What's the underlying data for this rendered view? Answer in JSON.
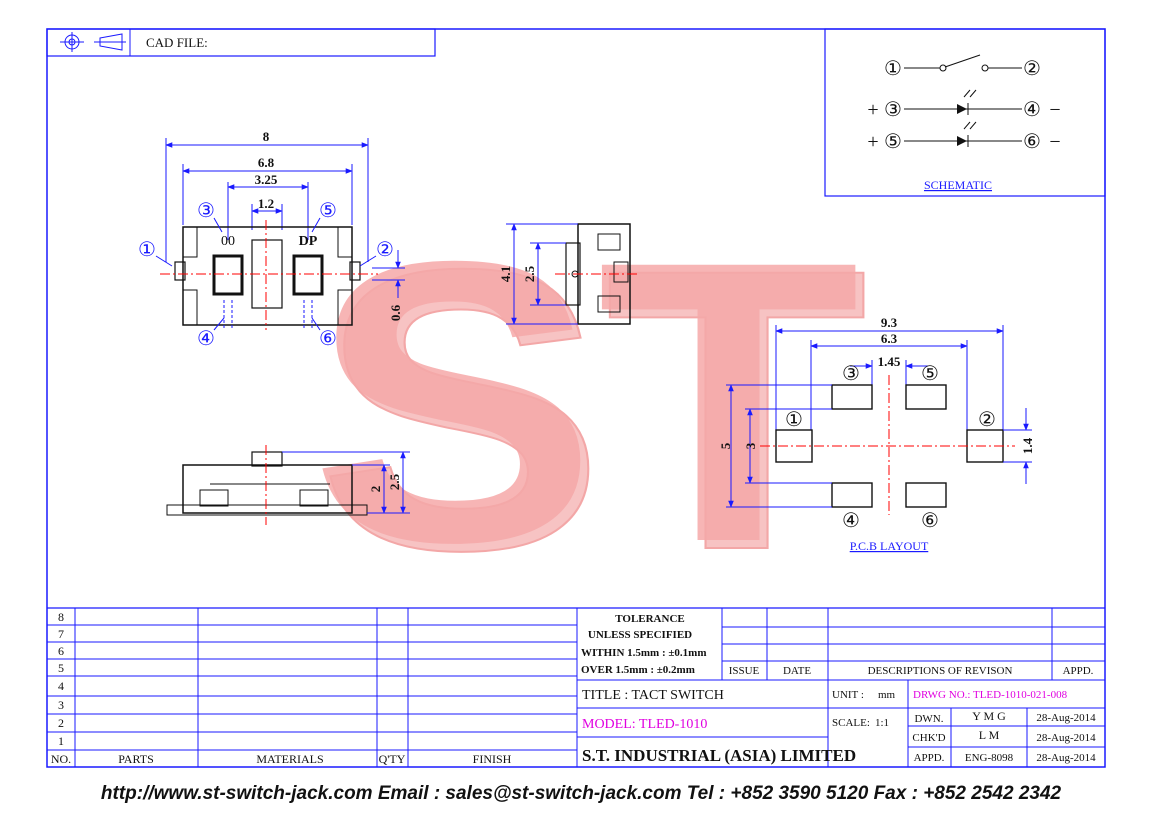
{
  "header": {
    "cad_file_label": "CAD FILE:"
  },
  "drawing": {
    "dims": {
      "w8": "8",
      "w68": "6.8",
      "w325": "3.25",
      "w12": "1.2",
      "h41": "4.1",
      "h25": "2.5",
      "h06": "0.6",
      "side_h2": "2",
      "side_h25": "2.5",
      "pcb_93": "9.3",
      "pcb_63": "6.3",
      "pcb_145": "1.45",
      "pcb_5": "5",
      "pcb_3": "3",
      "pcb_14": "1.4"
    },
    "pins": {
      "p1": "①",
      "p2": "②",
      "p3": "③",
      "p4": "④",
      "p5": "⑤",
      "p6": "⑥"
    },
    "led_marks": {
      "left": "00",
      "right": "DP"
    },
    "watermark": "ST",
    "schematic": {
      "label": "SCHEMATIC",
      "plus": "+",
      "minus": "−"
    },
    "pcb_label": "P.C.B LAYOUT"
  },
  "title_block": {
    "rows": [
      "8",
      "7",
      "6",
      "5",
      "4",
      "3",
      "2",
      "1"
    ],
    "headers": {
      "no": "NO.",
      "parts": "PARTS",
      "materials": "MATERIALS",
      "qty": "Q'TY",
      "finish": "FINISH"
    },
    "tolerance": {
      "title": "TOLERANCE",
      "subtitle": "UNLESS  SPECIFIED",
      "within": "WITHIN  1.5mm : ±0.1mm",
      "over": "OVER    1.5mm : ±0.2mm"
    },
    "revision_headers": {
      "issue": "ISSUE",
      "date": "DATE",
      "desc": "DESCRIPTIONS  OF  REVISON",
      "appd": "APPD."
    },
    "title": "TITLE : TACT SWITCH",
    "model": "MODEL: TLED-1010",
    "company": "S.T.  INDUSTRIAL  (ASIA)  LIMITED",
    "unit_label": "UNIT :",
    "unit_value": "mm",
    "scale_label": "SCALE:",
    "scale_value": "1:1",
    "drwg_no": "DRWG NO.: TLED-1010-021-008",
    "dwn_label": "DWN.",
    "dwn_value": "Y M G",
    "dwn_date": "28-Aug-2014",
    "chkd_label": "CHK'D",
    "chkd_value": "L M",
    "chkd_date": "28-Aug-2014",
    "appd_label": "APPD.",
    "appd_value": "ENG-8098",
    "appd_date": "28-Aug-2014"
  },
  "footer": "http://www.st-switch-jack.com  Email : sales@st-switch-jack.com  Tel : +852 3590 5120  Fax : +852 2542 2342",
  "colors": {
    "blue": "#1a1aff",
    "red": "#ff0000",
    "magenta": "#e000e0",
    "watermark": "#f08080",
    "black": "#111111"
  }
}
